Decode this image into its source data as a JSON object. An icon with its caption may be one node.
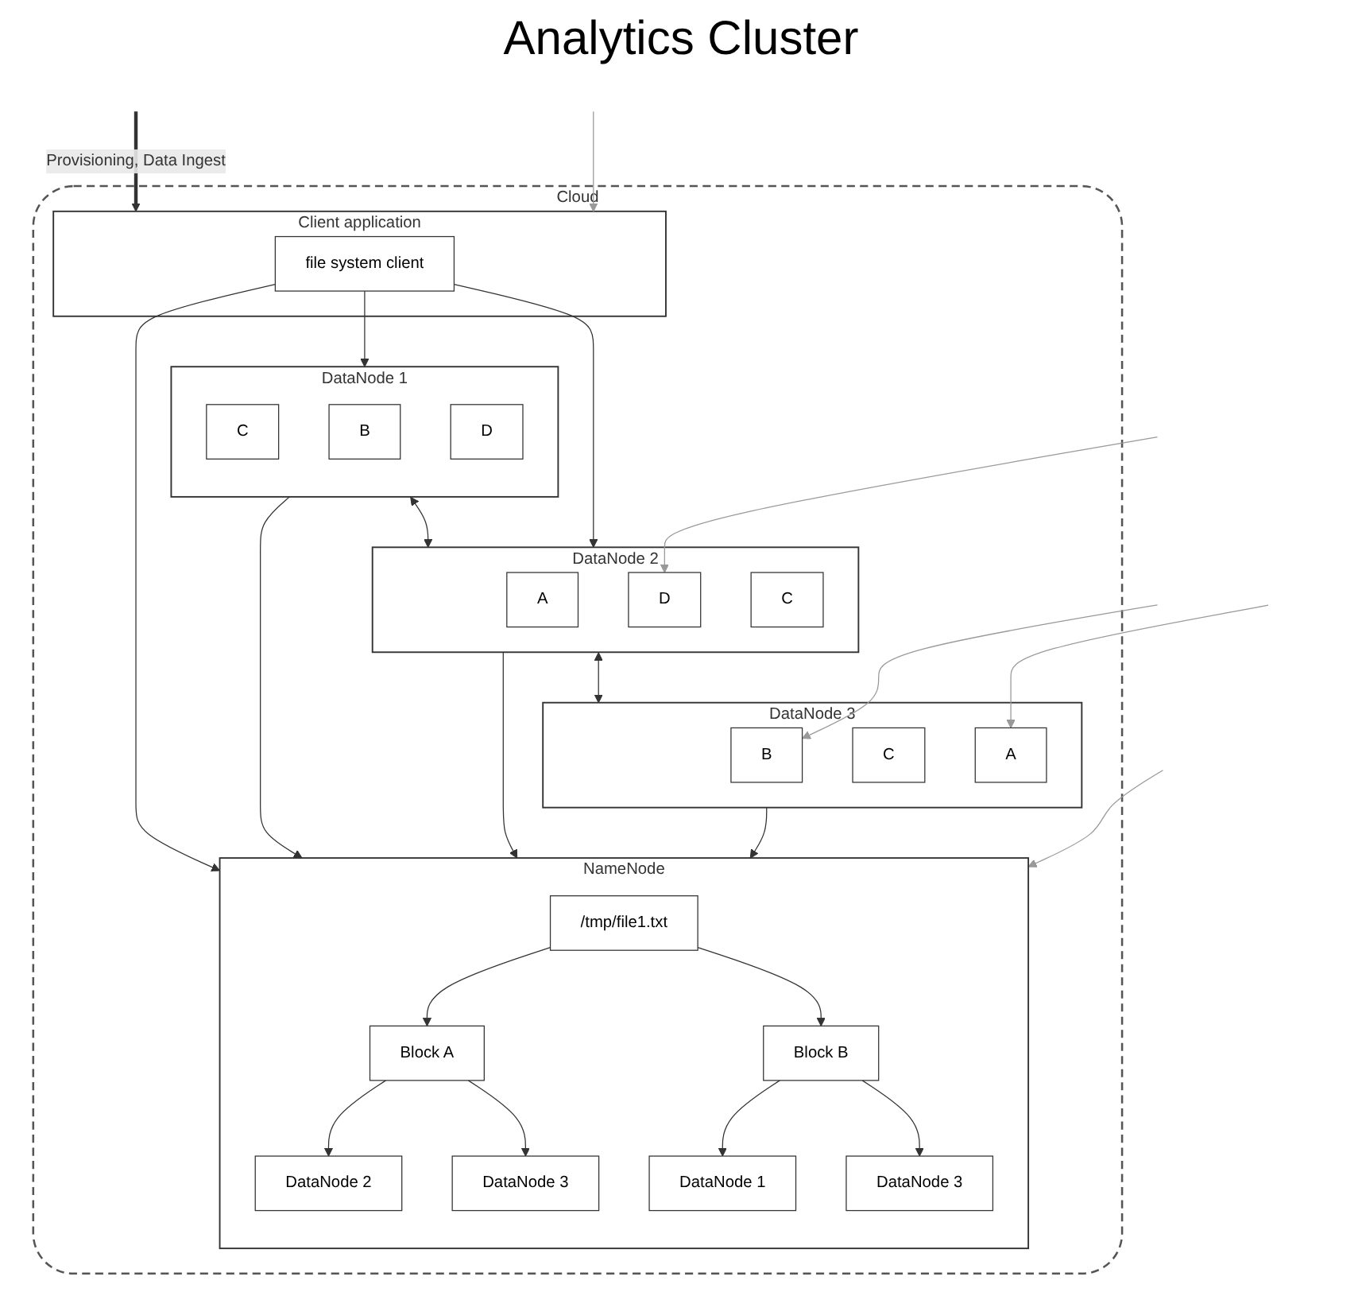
{
  "diagram": {
    "nodes": [
      {
        "text": [
          "Cloud"
        ]
      },
      {
        "text": [
          "Client application"
        ],
        "in": 0
      },
      {
        "text": [
          "file system client"
        ],
        "in": 1
      },
      {
        "text": [
          "NameNode"
        ],
        "in": 0
      },
      {
        "text": [
          "/tmp/file1.txt"
        ],
        "in": 3
      },
      {
        "text": [
          "Block A"
        ],
        "in": 3
      },
      {
        "text": [
          "Block B"
        ],
        "in": 3
      },
      {
        "text": [
          "DataNode 2"
        ],
        "in": 3
      },
      {
        "text": [
          "DataNode 3"
        ],
        "in": 3
      },
      {
        "text": [
          "DataNode 1"
        ],
        "in": 3
      },
      {
        "text": [
          "DataNode 3"
        ],
        "in": 3
      },
      {
        "text": [
          "DataNode 1"
        ],
        "in": 0
      },
      {
        "text": [
          "C"
        ],
        "in": 11
      },
      {
        "text": [
          "B"
        ],
        "in": 11
      },
      {
        "text": [
          "D"
        ],
        "in": 11
      },
      {
        "text": [
          "DataNode 2"
        ],
        "in": 0
      },
      {
        "text": [
          "A"
        ],
        "in": 15
      },
      {
        "text": [
          "D"
        ],
        "in": 15
      },
      {
        "text": [
          "C"
        ],
        "in": 15
      },
      {
        "text": [
          "DataNode 3"
        ],
        "in": 0
      },
      {
        "text": [
          "B"
        ],
        "in": 19
      },
      {
        "text": [
          "C"
        ],
        "in": 19
      },
      {
        "text": [
          "A"
        ],
        "in": 19
      }
    ],
    "edges": [
      {
        "from": null,
        "to": 1,
        "arrow": "to",
        "label": "Provisioning, Data Ingest",
        "style": "thick"
      },
      {
        "from": null,
        "to": 1,
        "arrow": "to",
        "color": "#999999"
      },
      {
        "from": null,
        "to": 3,
        "arrow": "to",
        "color": "#999999"
      },
      {
        "from": 4,
        "to": 5,
        "arrow": "to"
      },
      {
        "from": 4,
        "to": 6,
        "arrow": "to"
      },
      {
        "from": 5,
        "to": 7,
        "arrow": "to"
      },
      {
        "from": 5,
        "to": 8,
        "arrow": "to"
      },
      {
        "from": 6,
        "to": 9,
        "arrow": "to"
      },
      {
        "from": 6,
        "to": 10,
        "arrow": "to"
      },
      {
        "from": 2,
        "to": 3,
        "arrow": "to"
      },
      {
        "from": 2,
        "to": 11,
        "arrow": "to"
      },
      {
        "from": 2,
        "to": 15,
        "arrow": "to"
      },
      {
        "from": 11,
        "to": 3,
        "arrow": "to"
      },
      {
        "from": 15,
        "to": 3,
        "arrow": "to"
      },
      {
        "from": 19,
        "to": 3,
        "arrow": "to"
      },
      {
        "from": 11,
        "to": 15,
        "arrow": "both"
      },
      {
        "from": 15,
        "to": 19,
        "arrow": "both"
      },
      {
        "from": null,
        "to": 17,
        "arrow": "to",
        "color": "#999999"
      },
      {
        "from": null,
        "to": 20,
        "arrow": "to",
        "color": "#999999"
      },
      {
        "from": null,
        "to": 22,
        "arrow": "to",
        "color": "#999999"
      }
    ],
    "labels": [
      "Analytics Cluster"
    ]
  }
}
